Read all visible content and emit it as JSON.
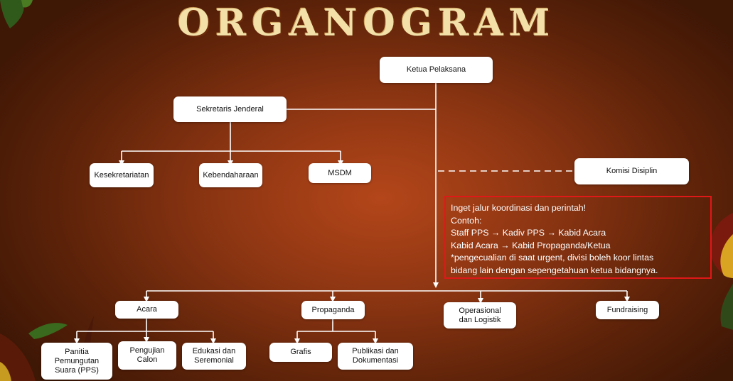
{
  "title": "ORGANOGRAM",
  "nodes": {
    "ketua": "Ketua Pelaksana",
    "sekjen": "Sekretaris Jenderal",
    "kesekretariatan": "Kesekretariatan",
    "kebendaharaan": "Kebendaharaan",
    "msdm": "MSDM",
    "komdis": "Komisi Disiplin",
    "acara": "Acara",
    "propaganda": "Propaganda",
    "operasional_line1": "Operasional",
    "operasional_line2": "dan Logistik",
    "fundraising": "Fundraising",
    "pps_line1": "Panitia",
    "pps_line2": "Pemungutan",
    "pps_line3": "Suara (PPS)",
    "pengujian_line1": "Pengujian",
    "pengujian_line2": "Calon",
    "edukasi_line1": "Edukasi dan",
    "edukasi_line2": "Seremonial",
    "grafis": "Grafis",
    "publikasi_line1": "Publikasi dan",
    "publikasi_line2": "Dokumentasi"
  },
  "note": {
    "line1": "Inget jalur koordinasi dan perintah!",
    "line2": "Contoh:",
    "line3": "Staff PPS → Kadiv PPS → Kabid Acara",
    "line4": "Kabid Acara → Kabid Propaganda/Ketua",
    "line5": "*pengecualian di saat urgent, divisi boleh koor lintas",
    "line6": "bidang  lain dengan sepengetahuan ketua bidangnya."
  },
  "colors": {
    "background": "#a5421a",
    "title": "#f2e0a8",
    "node_fill": "#ffffff",
    "connector": "#ffffff",
    "note_border": "#e01818",
    "note_text": "#ffffff"
  }
}
